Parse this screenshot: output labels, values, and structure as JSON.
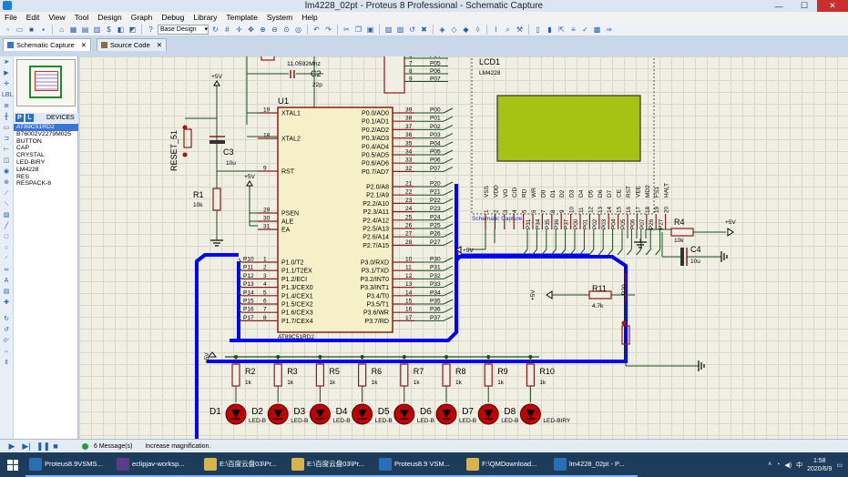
{
  "window": {
    "title": "lm4228_02pt - Proteus 8 Professional - Schematic Capture",
    "min": "—",
    "max": "☐",
    "close": "✕"
  },
  "menu": [
    "File",
    "Edit",
    "View",
    "Tool",
    "Design",
    "Graph",
    "Debug",
    "Library",
    "Template",
    "System",
    "Help"
  ],
  "toolbar": {
    "style_select": "Base Design"
  },
  "tabs": [
    {
      "label": "Schematic Capture",
      "close": "✕",
      "active": true
    },
    {
      "label": "Source Code",
      "close": "✕",
      "active": false
    }
  ],
  "devices": {
    "p_button": "P",
    "l_button": "L",
    "header": "DEVICES",
    "items": [
      "AT89C51RD2",
      "B76002V2279M025",
      "BUTTON",
      "CAP",
      "CRYSTAL",
      "LED-BIRY",
      "LM4228",
      "RES",
      "RESPACK-8"
    ],
    "selected": 0
  },
  "left_tools": {
    "rotation": "0°"
  },
  "schematic": {
    "mcu": {
      "ref": "U1",
      "part": "AT89C51RD2",
      "left_top_pins": [
        {
          "num": "19",
          "name": "XTAL1"
        },
        {
          "num": "18",
          "name": "XTAL2"
        },
        {
          "num": "9",
          "name": "RST"
        },
        {
          "num": "29",
          "name": "PSEN"
        },
        {
          "num": "30",
          "name": "ALE"
        },
        {
          "num": "31",
          "name": "EA"
        }
      ],
      "left_p1_pins": [
        {
          "net": "P10",
          "num": "1",
          "name": "P1.0/T2"
        },
        {
          "net": "P11",
          "num": "2",
          "name": "P1.1/T2EX"
        },
        {
          "net": "P12",
          "num": "3",
          "name": "P1.2/ECI"
        },
        {
          "net": "P13",
          "num": "4",
          "name": "P1.3/CEX0"
        },
        {
          "net": "P14",
          "num": "5",
          "name": "P1.4/CEX1"
        },
        {
          "net": "P15",
          "num": "6",
          "name": "P1.5/CEX2"
        },
        {
          "net": "P16",
          "num": "7",
          "name": "P1.6/CEX3"
        },
        {
          "net": "P17",
          "num": "8",
          "name": "P1.7/CEX4"
        }
      ],
      "right_pins": [
        {
          "name": "P0.0/AD0",
          "num": "39",
          "net": "P00"
        },
        {
          "name": "P0.1/AD1",
          "num": "38",
          "net": "P01"
        },
        {
          "name": "P0.2/AD2",
          "num": "37",
          "net": "P02"
        },
        {
          "name": "P0.3/AD3",
          "num": "36",
          "net": "P03"
        },
        {
          "name": "P0.4/AD4",
          "num": "35",
          "net": "P04"
        },
        {
          "name": "P0.5/AD5",
          "num": "34",
          "net": "P05"
        },
        {
          "name": "P0.6/AD6",
          "num": "33",
          "net": "P06"
        },
        {
          "name": "P0.7/AD7",
          "num": "32",
          "net": "P07"
        },
        {
          "name": "P2.0/A8",
          "num": "21",
          "net": "P20"
        },
        {
          "name": "P2.1/A9",
          "num": "22",
          "net": "P21"
        },
        {
          "name": "P2.2/A10",
          "num": "23",
          "net": "P22"
        },
        {
          "name": "P2.3/A11",
          "num": "24",
          "net": "P23"
        },
        {
          "name": "P2.4/A12",
          "num": "25",
          "net": "P24"
        },
        {
          "name": "P2.5/A13",
          "num": "26",
          "net": "P25"
        },
        {
          "name": "P2.6/A14",
          "num": "27",
          "net": "P26"
        },
        {
          "name": "P2.7/A15",
          "num": "28",
          "net": "P27"
        },
        {
          "name": "P3.0/RXD",
          "num": "10",
          "net": "P30"
        },
        {
          "name": "P3.1/TXD",
          "num": "11",
          "net": "P31"
        },
        {
          "name": "P3.2/INT0",
          "num": "12",
          "net": "P32"
        },
        {
          "name": "P3.3/INT1",
          "num": "13",
          "net": "P33"
        },
        {
          "name": "P3.4/T0",
          "num": "14",
          "net": "P34"
        },
        {
          "name": "P3.5/T1",
          "num": "15",
          "net": "P35"
        },
        {
          "name": "P3.6/WR",
          "num": "16",
          "net": "P36"
        },
        {
          "name": "P3.7/RD",
          "num": "17",
          "net": "P37"
        }
      ]
    },
    "crystal": {
      "value": "11.0592Mhz"
    },
    "c2": {
      "ref": "C2",
      "value": "22p"
    },
    "reset": {
      "label": "RESET_51"
    },
    "c3": {
      "ref": "C3",
      "value": "10u"
    },
    "r1": {
      "ref": "R1",
      "value": "10k"
    },
    "vcc": "+5V",
    "top_nets": [
      {
        "num": "6",
        "net": "P04"
      },
      {
        "num": "7",
        "net": "P05"
      },
      {
        "num": "8",
        "net": "P06"
      },
      {
        "num": "9",
        "net": "P07"
      }
    ],
    "lcd": {
      "ref": "LCD1",
      "part": "LM4228",
      "pins": [
        "VSS",
        "VDD",
        "VO",
        "C/D",
        "RD",
        "WR",
        "D0",
        "D1",
        "D2",
        "D3",
        "D4",
        "D5",
        "D6",
        "D7",
        "CE",
        "RST",
        "VEE",
        "MD2",
        "FS1",
        "HALT"
      ],
      "pin_nums": [
        "1",
        "2",
        "3",
        "4",
        "5",
        "6",
        "7",
        "8",
        "9",
        "10",
        "11",
        "12",
        "13",
        "14",
        "15",
        "16",
        "17",
        "18",
        "19",
        "20"
      ],
      "nets": [
        "P31",
        "P34",
        "P35",
        "P36",
        "P37",
        "P00",
        "P01",
        "P02",
        "P03",
        "P04",
        "P05",
        "P06",
        "P07",
        "P26",
        "P27"
      ]
    },
    "watermark": "Schematic Capture",
    "r4": {
      "ref": "R4",
      "value": "10k"
    },
    "c4": {
      "ref": "C4",
      "value": "10u"
    },
    "r11": {
      "ref": "R11",
      "value": "4.7k",
      "net": "P20"
    },
    "resistors": [
      {
        "ref": "R2",
        "value": "1k"
      },
      {
        "ref": "R3",
        "value": "1k"
      },
      {
        "ref": "R5",
        "value": "1k"
      },
      {
        "ref": "R6",
        "value": "1k"
      },
      {
        "ref": "R7",
        "value": "1k"
      },
      {
        "ref": "R8",
        "value": "1k"
      },
      {
        "ref": "R9",
        "value": "1k"
      },
      {
        "ref": "R10",
        "value": "1k"
      }
    ],
    "leds": [
      {
        "ref": "D1",
        "value": "LED-B"
      },
      {
        "ref": "D2",
        "value": "LED-B"
      },
      {
        "ref": "D3",
        "value": "LED-B"
      },
      {
        "ref": "D4",
        "value": "LED-B"
      },
      {
        "ref": "D5",
        "value": "LED-B"
      },
      {
        "ref": "D6",
        "value": "LED-B"
      },
      {
        "ref": "D7",
        "value": "LED-B"
      },
      {
        "ref": "D8",
        "value": "LED-BIRY"
      }
    ]
  },
  "status": {
    "messages": "6 Message(s)",
    "hint": "Increase magnification."
  },
  "taskbar": {
    "items": [
      {
        "label": "Proteus8.9VSMS...",
        "color": "#2a6fb3"
      },
      {
        "label": "eclipjav-worksp...",
        "color": "#5b3c88"
      },
      {
        "label": "E:\\百度云盘03\\Pr...",
        "color": "#d8b24a"
      },
      {
        "label": "E:\\百度云盘03\\Pr...",
        "color": "#d8b24a"
      },
      {
        "label": "Proteus8.9 VSM...",
        "color": "#2a6fb3"
      },
      {
        "label": "F:\\QMDownload...",
        "color": "#d8b24a"
      },
      {
        "label": "lm4228_02pt - P...",
        "color": "#2a6fb3"
      }
    ],
    "time": "1:58",
    "date": "2020/6/9"
  }
}
